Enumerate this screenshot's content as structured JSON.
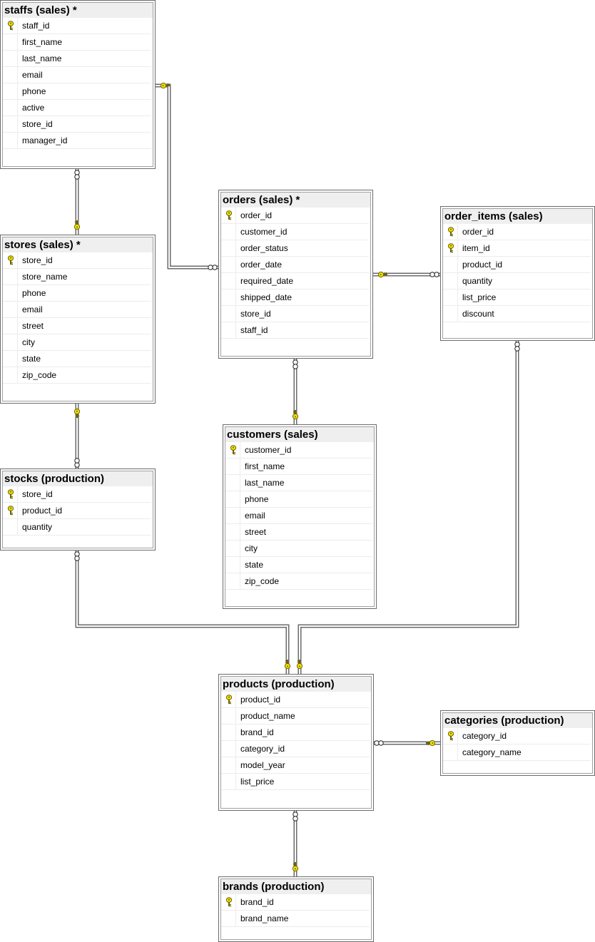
{
  "tables": [
    {
      "id": "staffs",
      "title": "staffs (sales) *",
      "columns": [
        {
          "name": "staff_id",
          "pk": true
        },
        {
          "name": "first_name",
          "pk": false
        },
        {
          "name": "last_name",
          "pk": false
        },
        {
          "name": "email",
          "pk": false
        },
        {
          "name": "phone",
          "pk": false
        },
        {
          "name": "active",
          "pk": false
        },
        {
          "name": "store_id",
          "pk": false
        },
        {
          "name": "manager_id",
          "pk": false
        }
      ]
    },
    {
      "id": "stores",
      "title": "stores (sales) *",
      "columns": [
        {
          "name": "store_id",
          "pk": true
        },
        {
          "name": "store_name",
          "pk": false
        },
        {
          "name": "phone",
          "pk": false
        },
        {
          "name": "email",
          "pk": false
        },
        {
          "name": "street",
          "pk": false
        },
        {
          "name": "city",
          "pk": false
        },
        {
          "name": "state",
          "pk": false
        },
        {
          "name": "zip_code",
          "pk": false
        }
      ]
    },
    {
      "id": "stocks",
      "title": "stocks (production)",
      "columns": [
        {
          "name": "store_id",
          "pk": true
        },
        {
          "name": "product_id",
          "pk": true
        },
        {
          "name": "quantity",
          "pk": false
        }
      ]
    },
    {
      "id": "orders",
      "title": "orders (sales) *",
      "columns": [
        {
          "name": "order_id",
          "pk": true
        },
        {
          "name": "customer_id",
          "pk": false
        },
        {
          "name": "order_status",
          "pk": false
        },
        {
          "name": "order_date",
          "pk": false
        },
        {
          "name": "required_date",
          "pk": false
        },
        {
          "name": "shipped_date",
          "pk": false
        },
        {
          "name": "store_id",
          "pk": false
        },
        {
          "name": "staff_id",
          "pk": false
        }
      ]
    },
    {
      "id": "order_items",
      "title": "order_items (sales)",
      "columns": [
        {
          "name": "order_id",
          "pk": true
        },
        {
          "name": "item_id",
          "pk": true
        },
        {
          "name": "product_id",
          "pk": false
        },
        {
          "name": "quantity",
          "pk": false
        },
        {
          "name": "list_price",
          "pk": false
        },
        {
          "name": "discount",
          "pk": false
        }
      ]
    },
    {
      "id": "customers",
      "title": "customers (sales)",
      "columns": [
        {
          "name": "customer_id",
          "pk": true
        },
        {
          "name": "first_name",
          "pk": false
        },
        {
          "name": "last_name",
          "pk": false
        },
        {
          "name": "phone",
          "pk": false
        },
        {
          "name": "email",
          "pk": false
        },
        {
          "name": "street",
          "pk": false
        },
        {
          "name": "city",
          "pk": false
        },
        {
          "name": "state",
          "pk": false
        },
        {
          "name": "zip_code",
          "pk": false
        }
      ]
    },
    {
      "id": "products",
      "title": "products (production)",
      "columns": [
        {
          "name": "product_id",
          "pk": true
        },
        {
          "name": "product_name",
          "pk": false
        },
        {
          "name": "brand_id",
          "pk": false
        },
        {
          "name": "category_id",
          "pk": false
        },
        {
          "name": "model_year",
          "pk": false
        },
        {
          "name": "list_price",
          "pk": false
        }
      ]
    },
    {
      "id": "categories",
      "title": "categories (production)",
      "columns": [
        {
          "name": "category_id",
          "pk": true
        },
        {
          "name": "category_name",
          "pk": false
        }
      ]
    },
    {
      "id": "brands",
      "title": "brands (production)",
      "columns": [
        {
          "name": "brand_id",
          "pk": true
        },
        {
          "name": "brand_name",
          "pk": false
        }
      ]
    }
  ],
  "relationships": [
    {
      "one": "stores",
      "many": "staffs"
    },
    {
      "one": "staffs",
      "many": "orders"
    },
    {
      "one": "stores",
      "many": "stocks"
    },
    {
      "one": "orders",
      "many": "order_items"
    },
    {
      "one": "customers",
      "many": "orders"
    },
    {
      "one": "products",
      "many": "stocks"
    },
    {
      "one": "products",
      "many": "order_items"
    },
    {
      "one": "categories",
      "many": "products"
    },
    {
      "one": "brands",
      "many": "products"
    }
  ],
  "colors": {
    "key": "#f2e200",
    "key_outline": "#6b6300",
    "line": "#6b6b6b",
    "title_bg": "#efefef"
  },
  "icons": {
    "primary_key": "key-icon",
    "one_end": "key-icon",
    "many_end": "infinity-icon"
  }
}
